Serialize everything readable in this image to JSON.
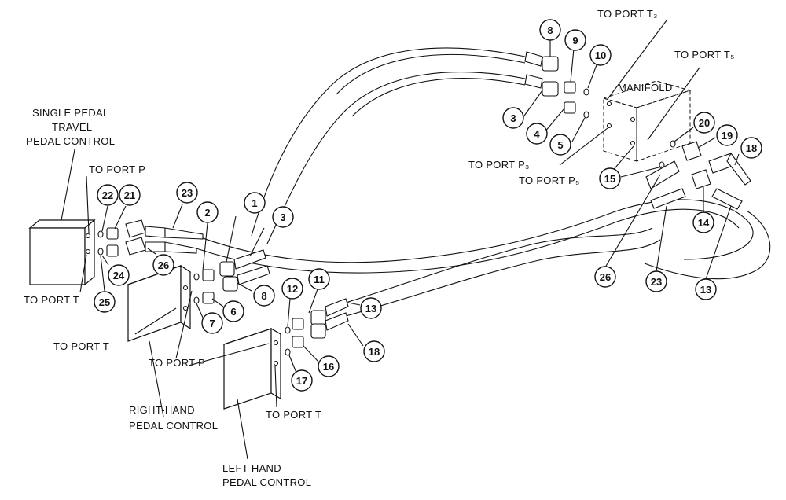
{
  "labels": {
    "single_pedal_1": "SINGLE PEDAL",
    "single_pedal_2": "TRAVEL",
    "single_pedal_3": "PEDAL CONTROL",
    "to_port_p_top": "TO PORT P",
    "to_port_t_single": "TO PORT T",
    "to_port_t_right": "TO PORT T",
    "to_port_p_right": "TO PORT P",
    "right_hand_1": "RIGHT-HAND",
    "right_hand_2": "PEDAL CONTROL",
    "to_port_t_left": "TO PORT T",
    "left_hand_1": "LEFT-HAND",
    "left_hand_2": "PEDAL CONTROL",
    "to_port_t3": "TO PORT T₃",
    "to_port_t5": "TO PORT T₅",
    "manifold": "MANIFOLD",
    "to_port_p3": "TO PORT P₃",
    "to_port_p5": "TO PORT P₅"
  },
  "callouts": {
    "c8_top": "8",
    "c9": "9",
    "c10": "10",
    "c3_top": "3",
    "c4": "4",
    "c5": "5",
    "c20": "20",
    "c19": "19",
    "c18_top": "18",
    "c15": "15",
    "c14": "14",
    "c26_right": "26",
    "c23_right": "23",
    "c13_right": "13",
    "c22": "22",
    "c21": "21",
    "c23_left": "23",
    "c24": "24",
    "c26_left": "26",
    "c25": "25",
    "c2": "2",
    "c1": "1",
    "c3_left": "3",
    "c8_left": "8",
    "c6": "6",
    "c7": "7",
    "c12": "12",
    "c11": "11",
    "c13_left": "13",
    "c18_left": "18",
    "c16": "16",
    "c17": "17"
  }
}
